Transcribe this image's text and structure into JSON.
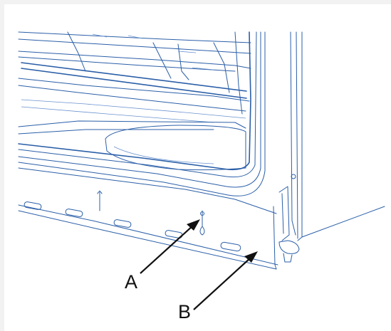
{
  "diagram": {
    "callouts": [
      {
        "id": "A",
        "label": "A"
      },
      {
        "id": "B",
        "label": "B"
      }
    ],
    "colors": {
      "background": "#f2f2f2",
      "panel": "#ffffff",
      "line": "#2b5fa8",
      "callout": "#111111"
    }
  }
}
